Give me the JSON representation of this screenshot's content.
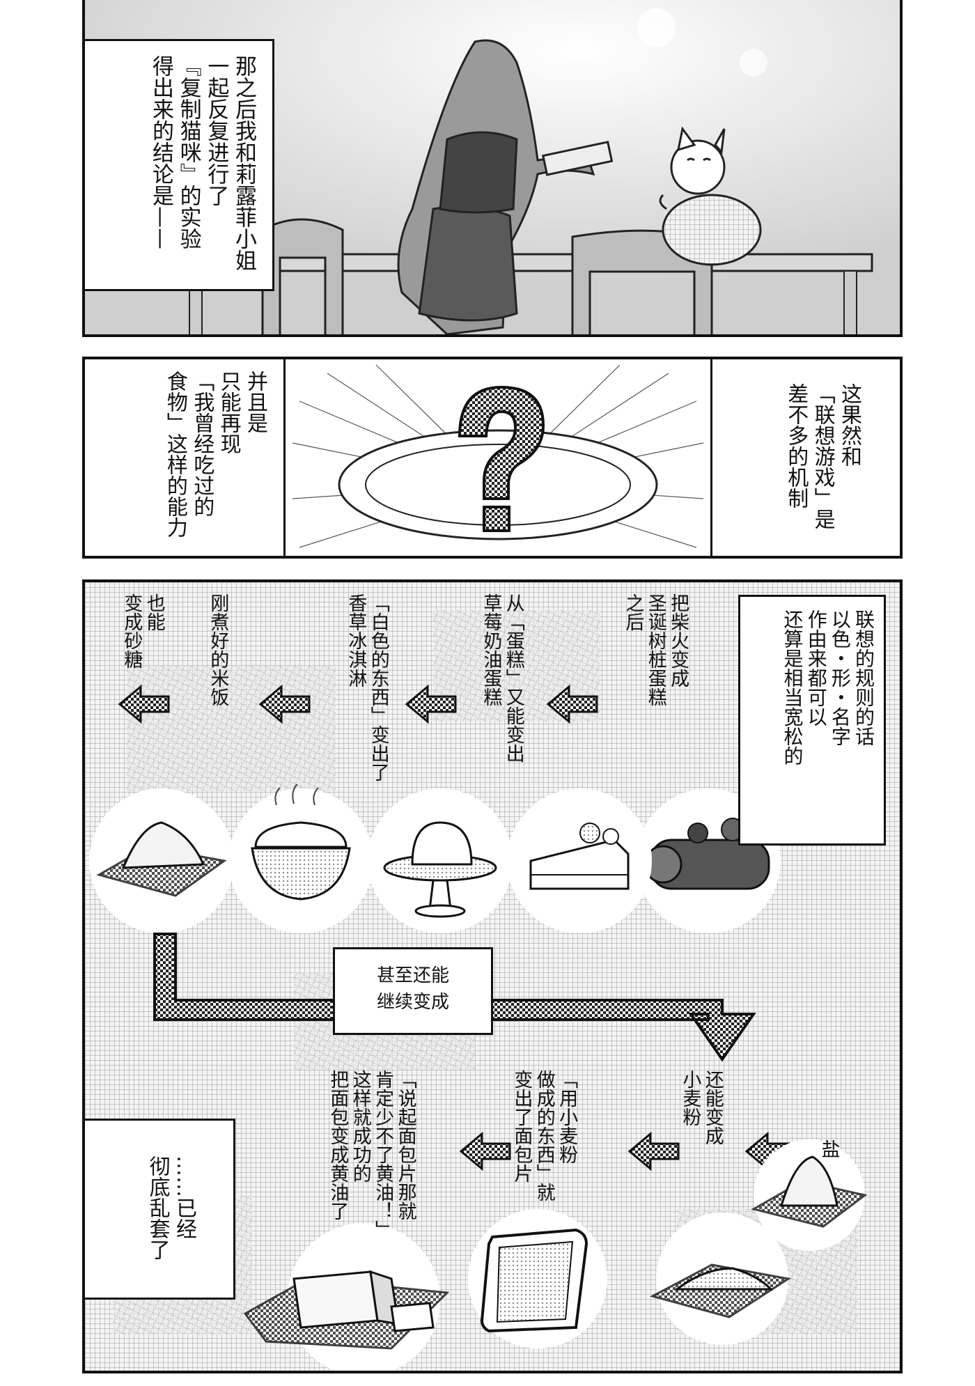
{
  "panel_top": {
    "narration": "那之后我和莉露菲小姐\n一起反复进行了\n『复制猫咪』的实验\n得出来的结论是——"
  },
  "panel_middle": {
    "left_text": "并且是\n只能再现\n「我曾经吃过的\n食物」这样的能力",
    "right_text": "这果然和\n「联想游戏」是\n差不多的机制"
  },
  "panel_bottom": {
    "box_text": "联想的规则的话\n以色・形・名字\n作由来都可以\n还算是相当宽松的",
    "chain_row1": [
      "把柴火变成\n圣诞树桩蛋糕\n之后",
      "从「蛋糕」又能变出\n草莓奶油蛋糕",
      "「白色的东西」变出了\n香草冰淇淋",
      "刚煮好的米饭",
      "也能\n变成砂糖"
    ],
    "center_box": "甚至还能\n继续变成",
    "chain_row2": [
      "盐",
      "还能变成\n小麦粉",
      "「用小麦粉\n做成的东西」就\n变出了面包片",
      "「说起面包片那就\n肯定少不了黄油！」\n这样就成功的\n把面包变成黄油了"
    ],
    "box2_text": "……已经\n彻底乱套了"
  },
  "colors": {
    "ink": "#111111",
    "screentone": "#8a8a8a",
    "paper": "#ffffff"
  }
}
